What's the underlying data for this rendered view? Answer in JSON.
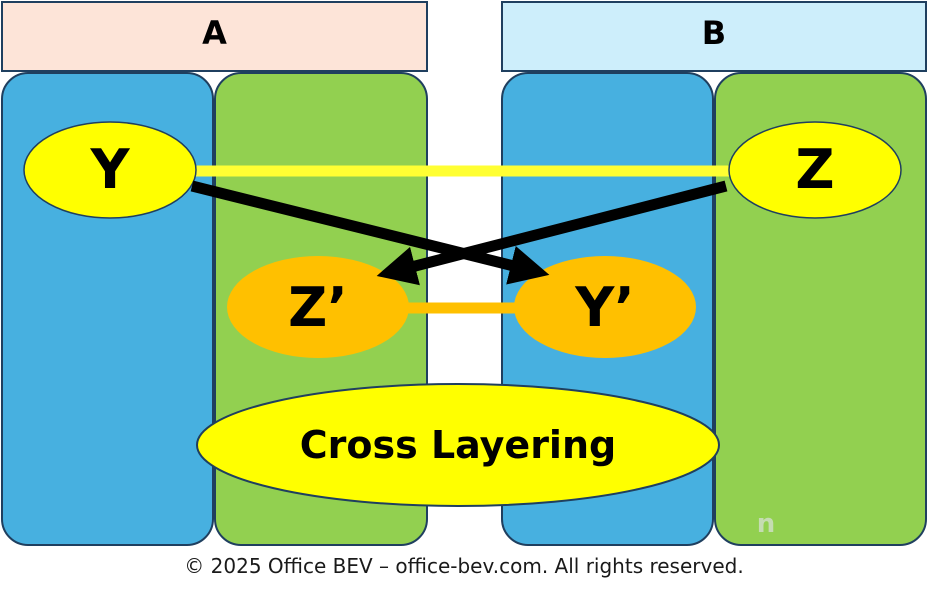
{
  "headers": {
    "a_label": "A",
    "b_label": "B"
  },
  "nodes": {
    "y": "Y",
    "z": "Z",
    "z_prime": "Z’",
    "y_prime": "Y’"
  },
  "center_label": "Cross Layering",
  "corner_mark": "n",
  "footer": "© 2025 Office BEV – office-bev.com. All rights reserved.",
  "colors": {
    "header_a": "#fde4d8",
    "header_b": "#cdeefb",
    "blue_column": "#47b0e0",
    "green_column": "#92d050",
    "node_yellow": "#ffff00",
    "node_orange": "#ffc000",
    "line_yellow": "#ffff33",
    "line_orange": "#ffc000",
    "arrow": "#000000",
    "border": "#1f3f5f"
  }
}
